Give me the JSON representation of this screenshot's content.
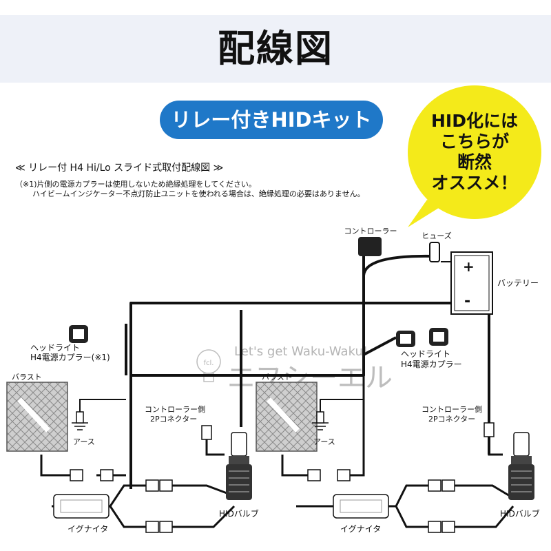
{
  "header": {
    "title": "配線図"
  },
  "kit_badge": {
    "label": "リレー付きHIDキット"
  },
  "callout": {
    "lines": [
      "HID化には",
      "こちらが",
      "断然",
      "オススメ！"
    ]
  },
  "diagram": {
    "title": "≪ リレー付 H4 Hi/Lo スライド式取付配線図 ≫",
    "notes": [
      "（※1)片側の電源カプラーは使用しないため絶縁処理をしてください。",
      "ハイビームインジケーター不点灯防止ユニットを使われる場合は、絶縁処理の必要はありません。"
    ],
    "labels": {
      "controller": "コントローラー",
      "fuse": "ヒューズ",
      "battery": "バッテリー",
      "battery_plus": "+",
      "battery_minus": "-",
      "headlight_coupler_left": [
        "ヘッドライト",
        "H4電源カプラー(※1)"
      ],
      "headlight_coupler_right": [
        "ヘッドライト",
        "H4電源カプラー"
      ],
      "ballast_left": "バラスト",
      "ballast_right": "バラスト",
      "ground_left": "アース",
      "ground_right": "アース",
      "connector_left": [
        "コントローラー側",
        "2Pコネクター"
      ],
      "connector_right": [
        "コントローラー側",
        "2Pコネクター"
      ],
      "bulb_left": "HIDバルブ",
      "bulb_right": "HIDバルブ",
      "igniter_left": "イグナイタ",
      "igniter_right": "イグナイタ"
    }
  },
  "watermark": {
    "tagline": "Let's get Waku-Waku!",
    "brand": "エフシーエル",
    "logo": "fcl."
  },
  "colors": {
    "header_bg": "#eef1f8",
    "pill": "#1f78c8",
    "callout": "#f4ea1a",
    "wire": "#111111"
  }
}
